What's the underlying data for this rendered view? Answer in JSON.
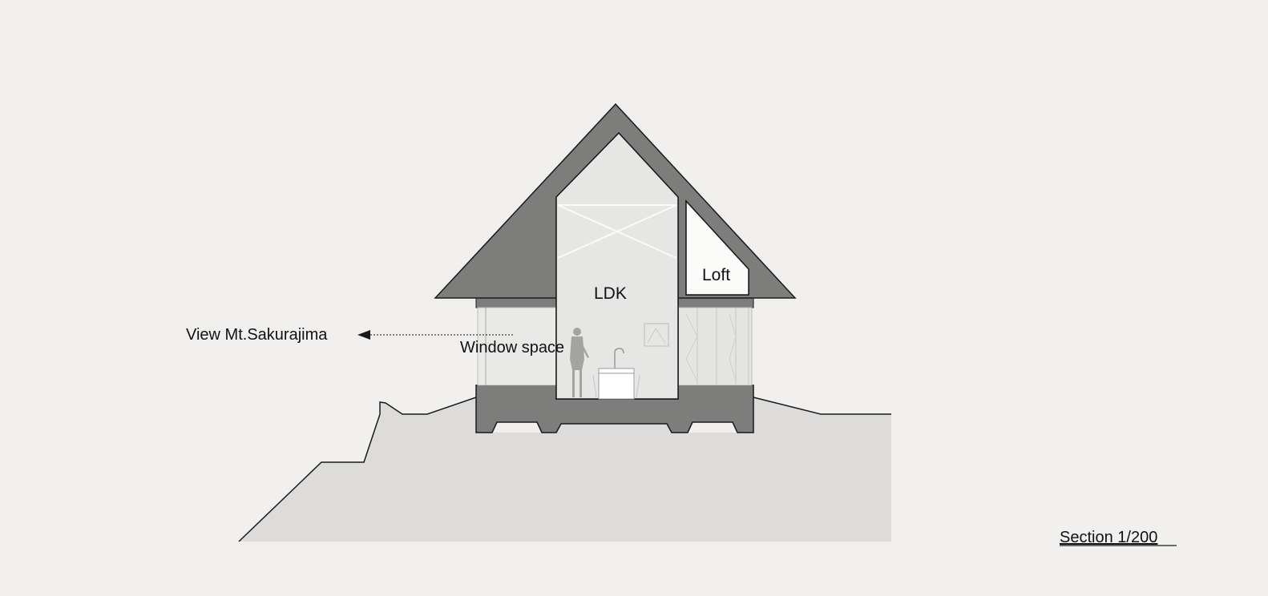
{
  "labels": {
    "room_main": "LDK",
    "room_loft": "Loft",
    "view_note": "View Mt.Sakurajima",
    "window_space": "Window space",
    "section_title": "Section 1/200"
  },
  "colors": {
    "background": "#f1f0ee",
    "structure": "#7d7e7c",
    "ground": "#dddcdb",
    "interior": "#e6e6e4",
    "outline": "#1a1a1a"
  }
}
